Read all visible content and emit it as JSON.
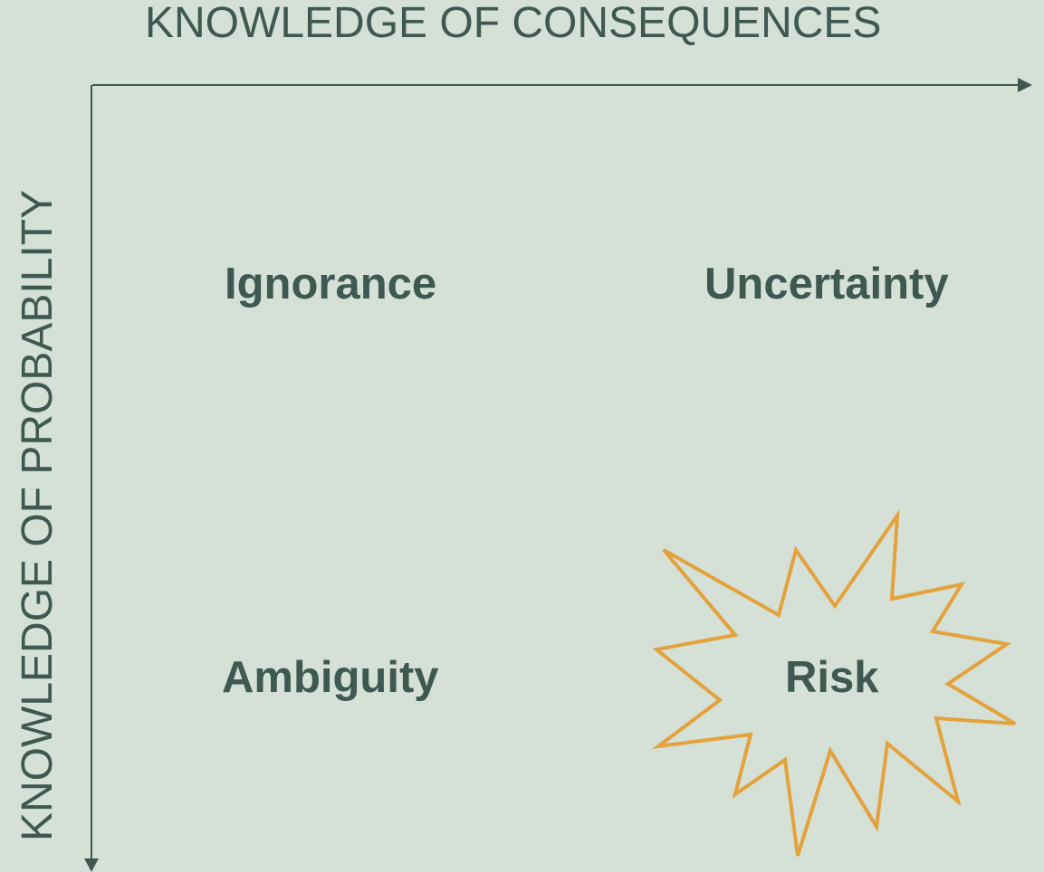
{
  "axes": {
    "x_label": "KNOWLEDGE OF CONSEQUENCES",
    "y_label": "KNOWLEDGE OF PROBABILITY"
  },
  "quadrants": {
    "top_left": "Ignorance",
    "top_right": "Uncertainty",
    "bottom_left": "Ambiguity",
    "bottom_right": "Risk"
  },
  "colors": {
    "background": "#d5e0d6",
    "text": "#3d5951",
    "axis": "#3d5951",
    "burst_outline": "#e3a23c"
  },
  "icons": {
    "risk_highlight": "starburst-icon",
    "x_arrow": "arrow-right-icon",
    "y_arrow": "arrow-down-icon"
  }
}
